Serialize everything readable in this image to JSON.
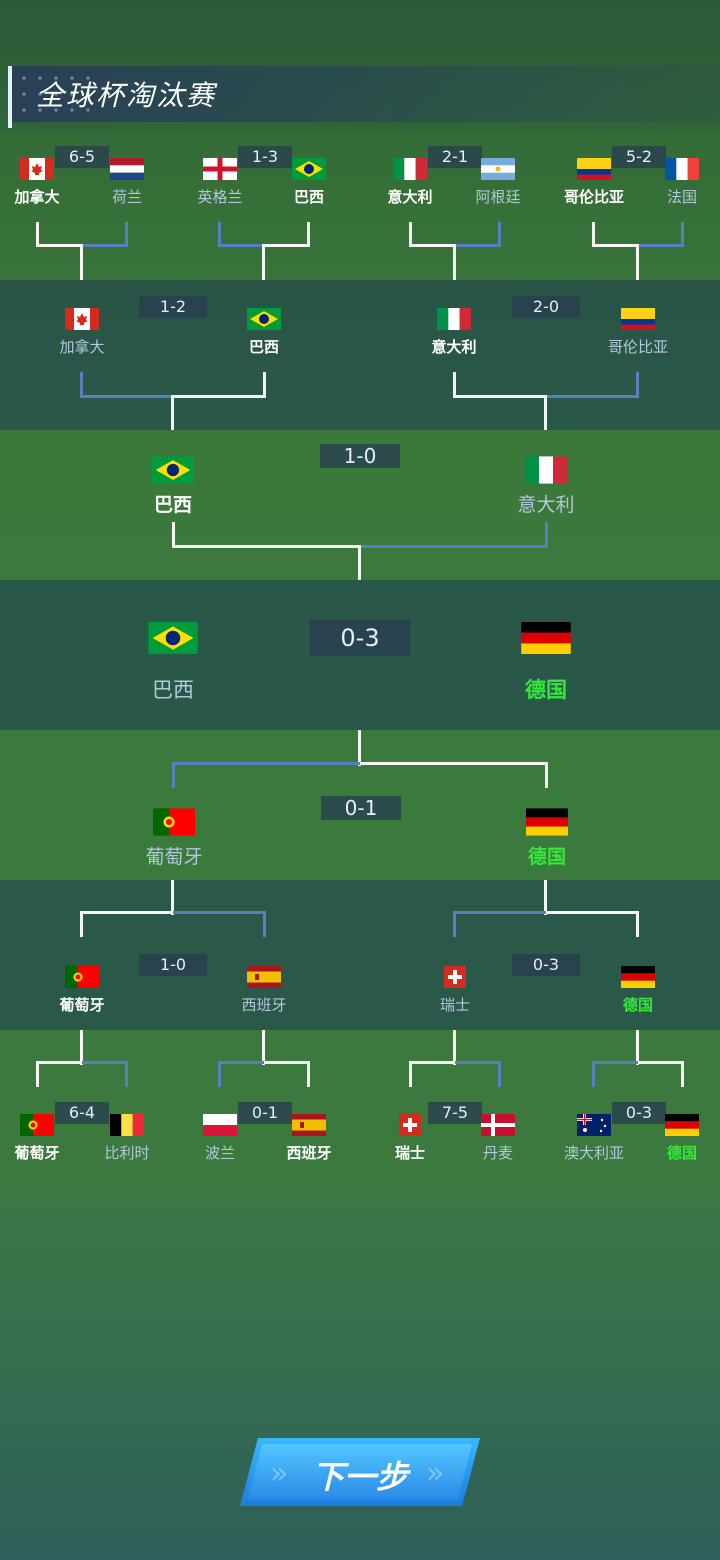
{
  "header": {
    "title": "全球杯淘汰赛"
  },
  "matches": {
    "r16_1": {
      "score": "6-5",
      "left": "加拿大",
      "right": "荷兰"
    },
    "r16_2": {
      "score": "1-3",
      "left": "英格兰",
      "right": "巴西"
    },
    "r16_3": {
      "score": "2-1",
      "left": "意大利",
      "right": "阿根廷"
    },
    "r16_4": {
      "score": "5-2",
      "left": "哥伦比亚",
      "right": "法国"
    },
    "qf_1": {
      "score": "1-2",
      "left": "加拿大",
      "right": "巴西"
    },
    "qf_2": {
      "score": "2-0",
      "left": "意大利",
      "right": "哥伦比亚"
    },
    "sf_1": {
      "score": "1-0",
      "left": "巴西",
      "right": "意大利"
    },
    "final": {
      "score": "0-3",
      "left": "巴西",
      "right": "德国"
    },
    "sf_2": {
      "score": "0-1",
      "left": "葡萄牙",
      "right": "德国"
    },
    "qf_3": {
      "score": "1-0",
      "left": "葡萄牙",
      "right": "西班牙"
    },
    "qf_4": {
      "score": "0-3",
      "left": "瑞士",
      "right": "德国"
    },
    "r16_5": {
      "score": "6-4",
      "left": "葡萄牙",
      "right": "比利时"
    },
    "r16_6": {
      "score": "0-1",
      "left": "波兰",
      "right": "西班牙"
    },
    "r16_7": {
      "score": "7-5",
      "left": "瑞士",
      "right": "丹麦"
    },
    "r16_8": {
      "score": "0-3",
      "left": "澳大利亚",
      "right": "德国"
    }
  },
  "next_button": {
    "label": "下一步"
  },
  "colors": {
    "champion": "#35e83a",
    "winner_line": "#f5f5f5",
    "loser_line": "#5a7fc0",
    "button": "#2b8ae8"
  }
}
